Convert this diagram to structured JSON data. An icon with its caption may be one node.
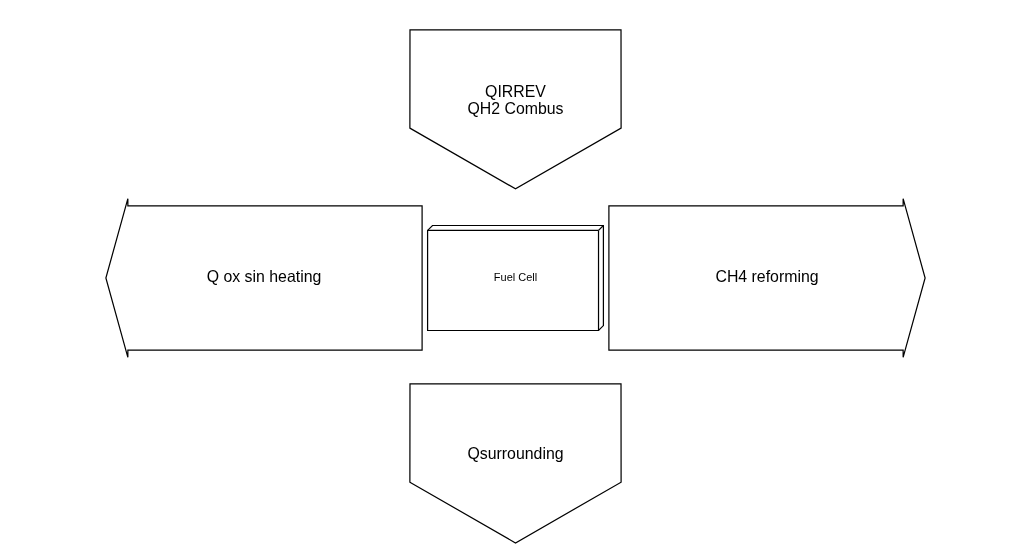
{
  "diagram": {
    "nodes": [
      {
        "text": [
          "QIRREV",
          "QH2 Combus"
        ]
      },
      {
        "text": [
          "Q ox sin heating"
        ]
      },
      {
        "text": [
          "Fuel Cell"
        ]
      },
      {
        "text": [
          "CH4 reforming"
        ]
      },
      {
        "text": [
          "Qsurrounding"
        ]
      }
    ]
  }
}
